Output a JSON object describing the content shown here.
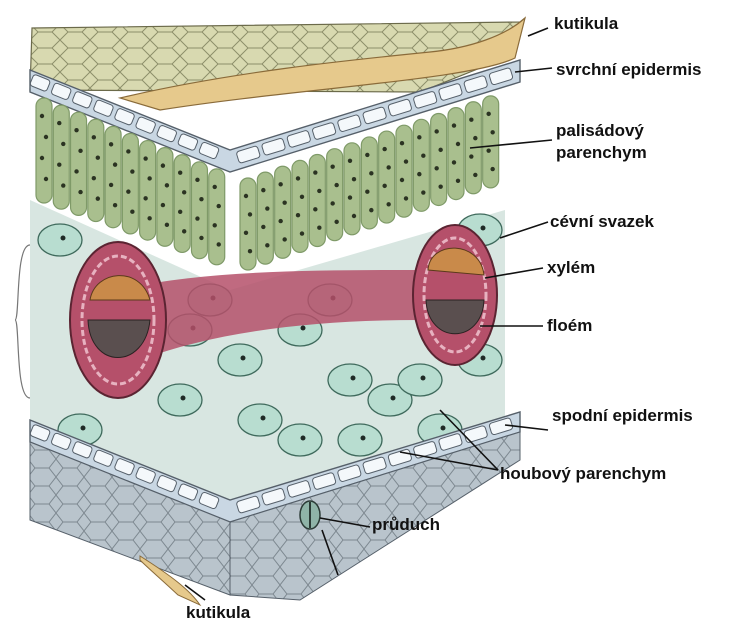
{
  "diagram": {
    "labels": {
      "kutikula_top": "kutikula",
      "svrchni_epidermis": "svrchní epidermis",
      "palisadovy_parenchym": "palisádový\nparenchym",
      "cevni_svazek": "cévní svazek",
      "xylem": "xylém",
      "floem": "floém",
      "spodni_epidermis": "spodní epidermis",
      "houbovy_parenchym": "houbový parenchym",
      "pruduch": "průduch",
      "kutikula_bottom": "kutikula"
    },
    "colors": {
      "cuticle": "#e6c98c",
      "epidermis": "#c9d7e3",
      "epidermis_cell": "#f4f8fb",
      "palisade": "#a9bf8e",
      "palisade_dark": "#7f9a68",
      "spongy": "#b8ddd0",
      "vein_ring": "#b5506a",
      "xylem": "#c98a4a",
      "phloem": "#5a4f4f",
      "background_grey": "#bfc3c7"
    }
  }
}
